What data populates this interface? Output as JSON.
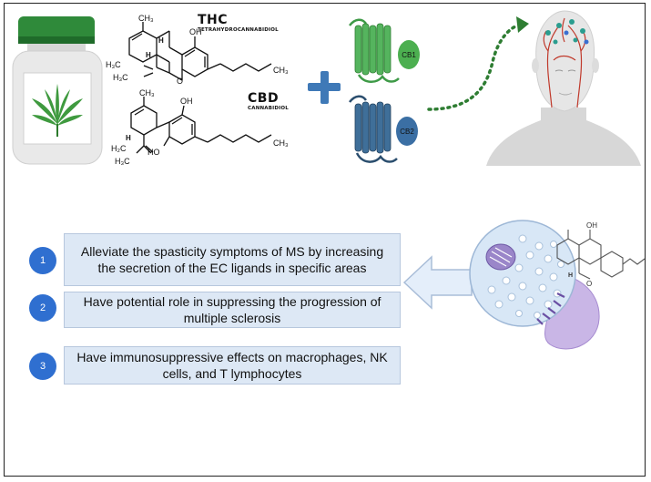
{
  "molecules": {
    "thc": {
      "name": "THC",
      "full_name": "TETRAHYDROCANNABIDIOL"
    },
    "cbd": {
      "name": "CBD",
      "full_name": "CANNABIDIOL"
    }
  },
  "receptors": [
    {
      "label": "CB1",
      "color": "#4caf50"
    },
    {
      "label": "CB2",
      "color": "#2e5d85"
    }
  ],
  "effects": [
    {
      "number": "1",
      "text": "Alleviate the spasticity symptoms  of MS by increasing the secretion of the EC ligands in specific areas"
    },
    {
      "number": "2",
      "text": "Have potential role in suppressing the progression of multiple sclerosis"
    },
    {
      "number": "3",
      "text": "Have immunosuppressive effects on macrophages, NK cells, and T lymphocytes"
    }
  ],
  "chem_labels": {
    "h": "H",
    "oh": "OH",
    "o": "O",
    "ho": "HO",
    "ch3": "CH₃",
    "h3c": "H₃C",
    "h2c": "H₂C"
  },
  "colors": {
    "box_fill": "#dde8f5",
    "number_circle": "#2f6fd0",
    "arrow_fill": "#e4eefa",
    "dotted_arrow": "#2e7d32"
  }
}
